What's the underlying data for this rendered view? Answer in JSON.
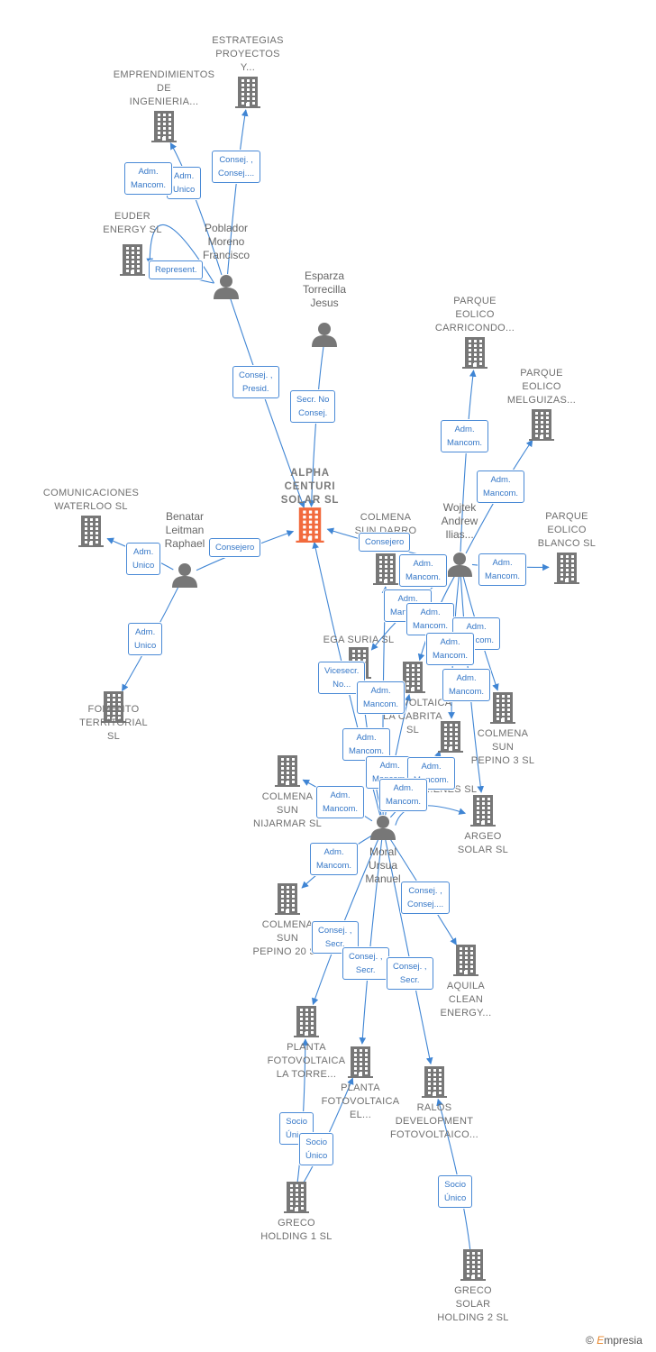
{
  "colors": {
    "main_building": "#f26a3d",
    "building": "#777777",
    "person": "#777777",
    "edge": "#3f85d4",
    "edge_label_text": "#3577c7"
  },
  "nodes": [
    {
      "id": "alpha",
      "type": "main",
      "label": "ALPHA\nCENTURI\nSOLAR SL"
    },
    {
      "id": "estrategias",
      "type": "company",
      "label": "ESTRATEGIAS\nPROYECTOS\nY..."
    },
    {
      "id": "emprendimientos",
      "type": "company",
      "label": "EMPRENDIMIENTOS\nDE\nINGENIERIA..."
    },
    {
      "id": "euder",
      "type": "company",
      "label": "EUDER\nENERGY SL"
    },
    {
      "id": "poblador",
      "type": "person",
      "label": "Poblador\nMoreno\nFrancisco"
    },
    {
      "id": "esparza",
      "type": "person",
      "label": "Esparza\nTorrecilla\nJesus"
    },
    {
      "id": "carricondo",
      "type": "company",
      "label": "PARQUE\nEOLICO\nCARRICONDO..."
    },
    {
      "id": "melguizas",
      "type": "company",
      "label": "PARQUE\nEOLICO\nMELGUIZAS..."
    },
    {
      "id": "eolblanco",
      "type": "company",
      "label": "PARQUE\nEOLICO\nBLANCO SL"
    },
    {
      "id": "wojtek",
      "type": "person",
      "label": "Wojtek\nAndrew\nIlias..."
    },
    {
      "id": "comunicaciones",
      "type": "company",
      "label": "COMUNICACIONES\nWATERLOO SL"
    },
    {
      "id": "benatar",
      "type": "person",
      "label": "Benatar\nLeitman\nRaphael"
    },
    {
      "id": "fomento",
      "type": "company",
      "label": "FOMENTO\nTERRITORIAL\nSL"
    },
    {
      "id": "colmenadarro",
      "type": "company",
      "label": "COLMENA\nSUN DARRO"
    },
    {
      "id": "egasuria",
      "type": "company",
      "label": "EGA SURIA SL"
    },
    {
      "id": "cabrita",
      "type": "company",
      "label": "FOTOVOLTAICA\nLA CABRITA\nSL"
    },
    {
      "id": "pepino3",
      "type": "company",
      "label": "COLMENA\nSUN\nPEPINO 3 SL"
    },
    {
      "id": "enes",
      "type": "company",
      "label": "...ENES SL"
    },
    {
      "id": "argeo",
      "type": "company",
      "label": "ARGEO\nSOLAR SL"
    },
    {
      "id": "nijarmar",
      "type": "company",
      "label": "COLMENA\nSUN\nNIJARMAR SL"
    },
    {
      "id": "moral",
      "type": "person",
      "label": "Moral\nUrsua\nManuel"
    },
    {
      "id": "pepino20",
      "type": "company",
      "label": "COLMENA\nSUN\nPEPINO 20 SL"
    },
    {
      "id": "aquila",
      "type": "company",
      "label": "AQUILA\nCLEAN\nENERGY..."
    },
    {
      "id": "torre",
      "type": "company",
      "label": "PLANTA\nFOTOVOLTAICA\nLA TORRE..."
    },
    {
      "id": "plantael",
      "type": "company",
      "label": "PLANTA\nFOTOVOLTAICA\nEL..."
    },
    {
      "id": "ralos",
      "type": "company",
      "label": "RALOS\nDEVELOPMENT\nFOTOVOLTAICO..."
    },
    {
      "id": "greco1",
      "type": "company",
      "label": "GRECO\nHOLDING 1 SL"
    },
    {
      "id": "greco2",
      "type": "company",
      "label": "GRECO\nSOLAR\nHOLDING 2 SL"
    }
  ],
  "edges": [
    {
      "from": "poblador",
      "to": "estrategias",
      "label": "Consej. ,\nConsej...."
    },
    {
      "from": "poblador",
      "to": "emprendimientos",
      "label": "Adm.\nUnico"
    },
    {
      "from": "poblador",
      "to": "euder",
      "label": "Adm.\nMancom."
    },
    {
      "from": "poblador",
      "to": "euder",
      "label": "Represent."
    },
    {
      "from": "poblador",
      "to": "alpha",
      "label": "Consej. ,\nPresid."
    },
    {
      "from": "esparza",
      "to": "alpha",
      "label": "Secr. No\nConsej."
    },
    {
      "from": "wojtek",
      "to": "carricondo",
      "label": "Adm.\nMancom."
    },
    {
      "from": "wojtek",
      "to": "melguizas",
      "label": "Adm.\nMancom."
    },
    {
      "from": "wojtek",
      "to": "eolblanco",
      "label": "Adm.\nMancom."
    },
    {
      "from": "wojtek",
      "to": "alpha",
      "label": "Consejero"
    },
    {
      "from": "wojtek",
      "to": "colmenadarro",
      "label": "Adm.\nMancom."
    },
    {
      "from": "wojtek",
      "to": "egasuria",
      "label": "Adm.\nMancom."
    },
    {
      "from": "wojtek",
      "to": "cabrita",
      "label": "Adm.\nMancom."
    },
    {
      "from": "wojtek",
      "to": "pepino3",
      "label": "Adm.\nMancom."
    },
    {
      "from": "wojtek",
      "to": "enes",
      "label": "Adm.\nMancom."
    },
    {
      "from": "wojtek",
      "to": "argeo",
      "label": "Adm.\nMancom."
    },
    {
      "from": "benatar",
      "to": "alpha",
      "label": "Consejero"
    },
    {
      "from": "benatar",
      "to": "comunicaciones",
      "label": "Adm.\nUnico"
    },
    {
      "from": "benatar",
      "to": "fomento",
      "label": "Adm.\nUnico"
    },
    {
      "from": "moral",
      "to": "alpha",
      "label": "Vicesecr.\nNo..."
    },
    {
      "from": "moral",
      "to": "colmenadarro",
      "label": "Adm.\nMancom."
    },
    {
      "from": "moral",
      "to": "egasuria",
      "label": "Adm.\nMancom."
    },
    {
      "from": "moral",
      "to": "cabrita",
      "label": "Adm.\nMancom."
    },
    {
      "from": "moral",
      "to": "enes",
      "label": "Adm.\nMancom."
    },
    {
      "from": "moral",
      "to": "argeo",
      "label": "Adm.\nMancom."
    },
    {
      "from": "moral",
      "to": "nijarmar",
      "label": "Adm.\nMancom."
    },
    {
      "from": "moral",
      "to": "pepino20",
      "label": "Adm.\nMancom."
    },
    {
      "from": "moral",
      "to": "aquila",
      "label": "Consej. ,\nConsej...."
    },
    {
      "from": "moral",
      "to": "torre",
      "label": "Consej. ,\nSecr."
    },
    {
      "from": "moral",
      "to": "plantael",
      "label": "Consej. ,\nSecr."
    },
    {
      "from": "moral",
      "to": "ralos",
      "label": "Consej. ,\nSecr."
    },
    {
      "from": "greco1",
      "to": "torre",
      "label": "Socio\nÚnico"
    },
    {
      "from": "greco1",
      "to": "plantael",
      "label": "Socio\nÚnico"
    },
    {
      "from": "greco2",
      "to": "ralos",
      "label": "Socio\nÚnico"
    }
  ],
  "footer": {
    "copyright": "©",
    "brand_initial": "E",
    "brand_rest": "mpresia"
  }
}
